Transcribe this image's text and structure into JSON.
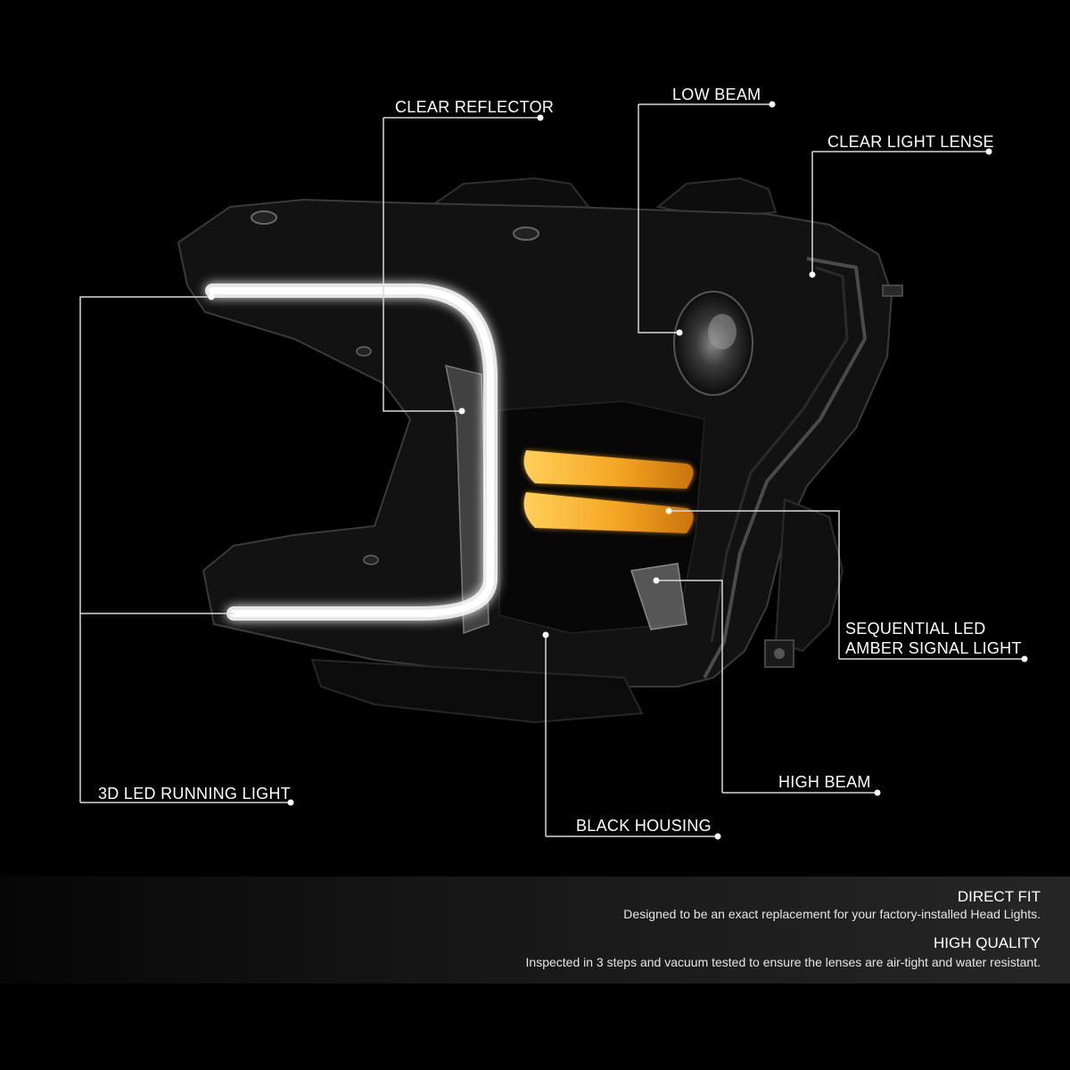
{
  "callouts": {
    "clear_reflector": "CLEAR REFLECTOR",
    "low_beam": "LOW BEAM",
    "clear_light_lense": "CLEAR LIGHT LENSE",
    "sequential_led_line1": "SEQUENTIAL LED",
    "sequential_led_line2": "AMBER SIGNAL LIGHT",
    "high_beam": "HIGH BEAM",
    "black_housing": "BLACK HOUSING",
    "running_light": "3D LED RUNNING LIGHT"
  },
  "features": [
    {
      "title": "DIRECT FIT",
      "description": "Designed to be an exact replacement for your factory-installed Head Lights."
    },
    {
      "title": "HIGH QUALITY",
      "description": "Inspected in 3 steps and vacuum tested to ensure the lenses are air-tight and water resistant."
    }
  ],
  "colors": {
    "background": "#000000",
    "led_glow": "#ffffff",
    "amber": "#f5a623",
    "housing": "#141414",
    "callout_line": "#d8d8d8"
  }
}
